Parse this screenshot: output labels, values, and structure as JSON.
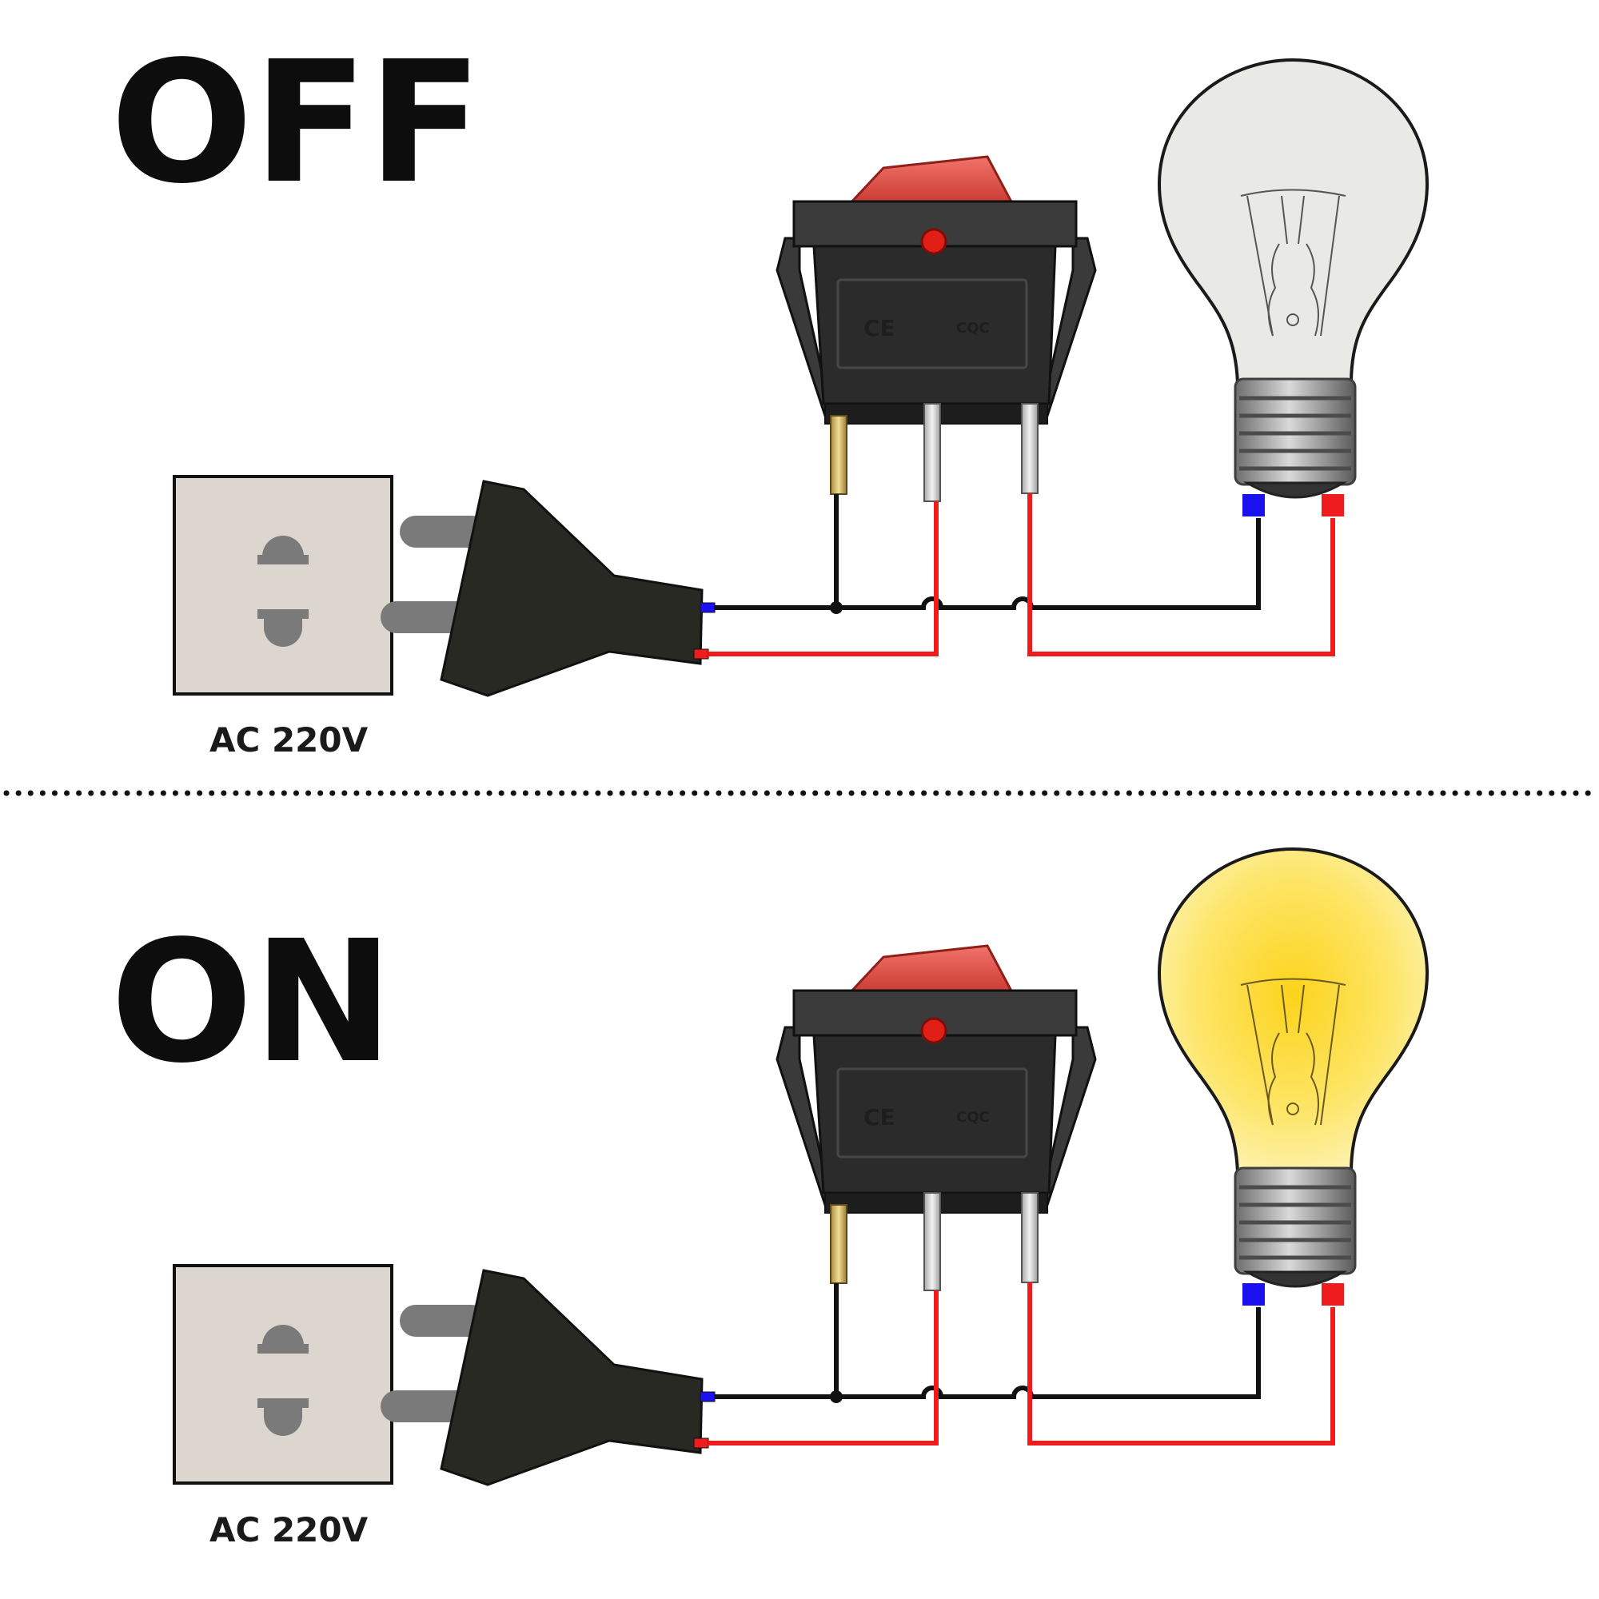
{
  "panels": [
    {
      "state_label": "OFF",
      "source_label": "AC 220V",
      "switch_marks": {
        "ce": "CE",
        "cqc": "CQC"
      },
      "bulb_lit": false,
      "bulb_color": "#e9e9e6",
      "terminal_colors": {
        "neutral": "#1a10f0",
        "live": "#ee1c1c"
      }
    },
    {
      "state_label": "ON",
      "source_label": "AC 220V",
      "switch_marks": {
        "ce": "CE",
        "cqc": "CQC"
      },
      "bulb_lit": true,
      "bulb_color": "#fde23a",
      "terminal_colors": {
        "neutral": "#1a10f0",
        "live": "#ee1c1c"
      }
    }
  ],
  "colors": {
    "wire_black": "#111111",
    "wire_red": "#ee1c1c",
    "socket_face": "#ddd6ce",
    "plug_body": "#282923",
    "switch_body": "#262626",
    "rocker": "#e8554a",
    "divider": "#111111"
  }
}
